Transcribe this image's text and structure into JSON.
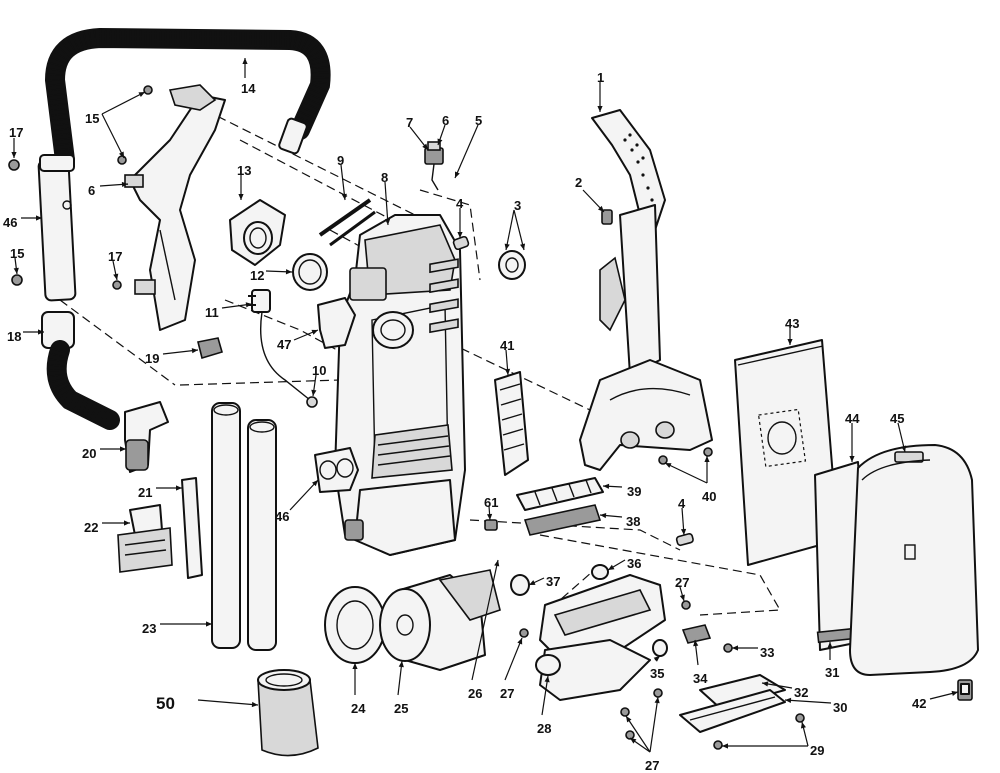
{
  "callouts": [
    "1",
    "2",
    "3",
    "4",
    "5",
    "6",
    "7",
    "8",
    "9",
    "10",
    "11",
    "12",
    "13",
    "14",
    "15",
    "17",
    "18",
    "19",
    "20",
    "21",
    "22",
    "23",
    "24",
    "25",
    "26",
    "27",
    "28",
    "29",
    "30",
    "31",
    "32",
    "33",
    "34",
    "35",
    "36",
    "37",
    "38",
    "39",
    "40",
    "41",
    "42",
    "43",
    "44",
    "45",
    "46",
    "47",
    "50",
    "61"
  ]
}
